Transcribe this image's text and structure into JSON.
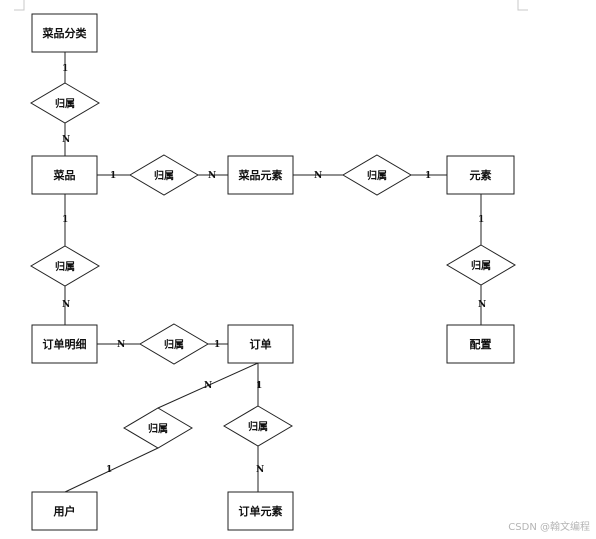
{
  "entities": {
    "dish_category": "菜品分类",
    "dish": "菜品",
    "dish_element": "菜品元素",
    "element": "元素",
    "config": "配置",
    "order_detail": "订单明细",
    "order": "订单",
    "user": "用户",
    "order_element": "订单元素"
  },
  "relationships": {
    "category_dish": "归属",
    "dish_dishelement": "归属",
    "dishelement_element": "归属",
    "element_config": "归属",
    "dish_orderdetail": "归属",
    "orderdetail_order": "归属",
    "order_user": "归属",
    "order_orderelement": "归属"
  },
  "cardinalities": {
    "category_side": "1",
    "dish_side_category": "N",
    "dish_side_dishelement": "1",
    "dishelement_side_dish": "N",
    "dishelement_side_element": "N",
    "element_side_dishelement": "1",
    "element_side_config": "1",
    "config_side": "N",
    "dish_side_orderdetail": "1",
    "orderdetail_side_dish": "N",
    "orderdetail_side_order": "N",
    "order_side_orderdetail": "1",
    "order_side_user": "N",
    "user_side": "1",
    "order_side_orderelement": "1",
    "orderelement_side": "N"
  },
  "watermark": "CSDN @翰文编程"
}
